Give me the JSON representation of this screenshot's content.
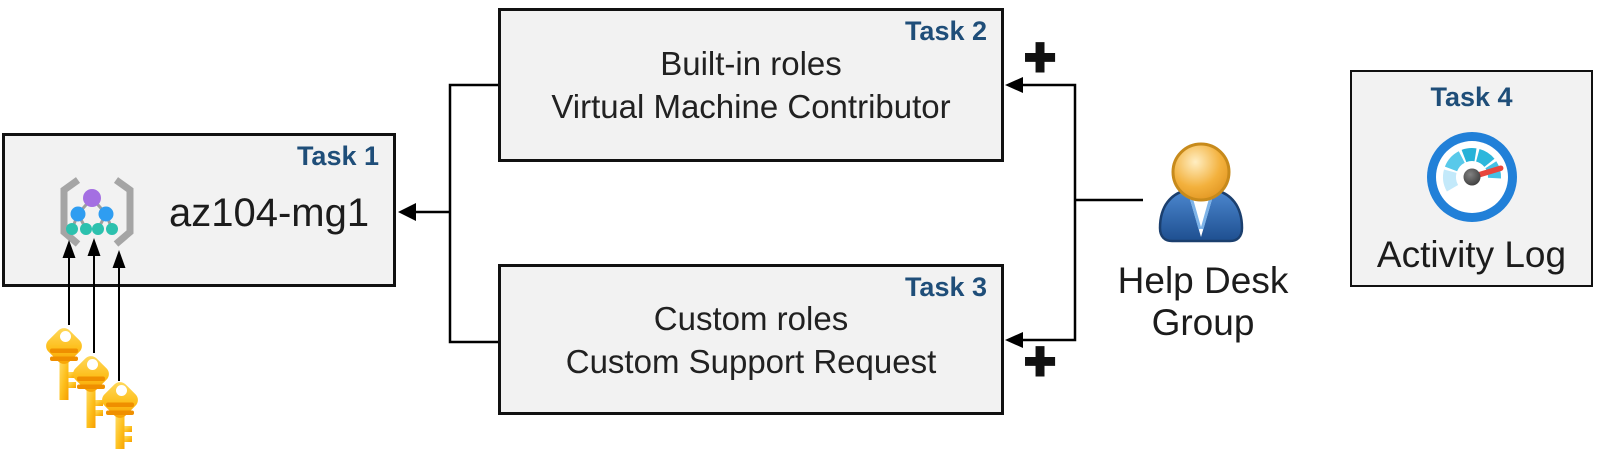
{
  "task1": {
    "label": "Task 1",
    "name": "az104-mg1",
    "icon": "management-group-icon"
  },
  "task2": {
    "label": "Task 2",
    "line1": "Built-in roles",
    "line2": "Virtual Machine Contributor"
  },
  "task3": {
    "label": "Task 3",
    "line1": "Custom roles",
    "line2": "Custom Support Request"
  },
  "task4": {
    "label": "Task 4",
    "caption": "Activity Log",
    "icon": "gauge-icon"
  },
  "help_desk_group": {
    "label": "Help Desk\nGroup",
    "icon": "user-icon"
  },
  "connectors": {
    "plus_top": "+",
    "plus_bottom": "+"
  },
  "keys": {
    "icon": "access-keys-icon",
    "count": 3
  },
  "colors": {
    "task_label": "#1f4e79",
    "box_fill": "#f2f2f2",
    "box_border": "#111111",
    "body_text": "#212121",
    "connector": "#000000",
    "key_gold": "#fcaf05",
    "gauge_ring_blue": "#2180d8",
    "gauge_needle_red": "#e8453c",
    "person_blue": "#2e62a8",
    "person_head_orange": "#f0a830",
    "mg_purple": "#a46fe2",
    "mg_blue": "#2f9df1",
    "mg_teal": "#2cc1ae"
  }
}
